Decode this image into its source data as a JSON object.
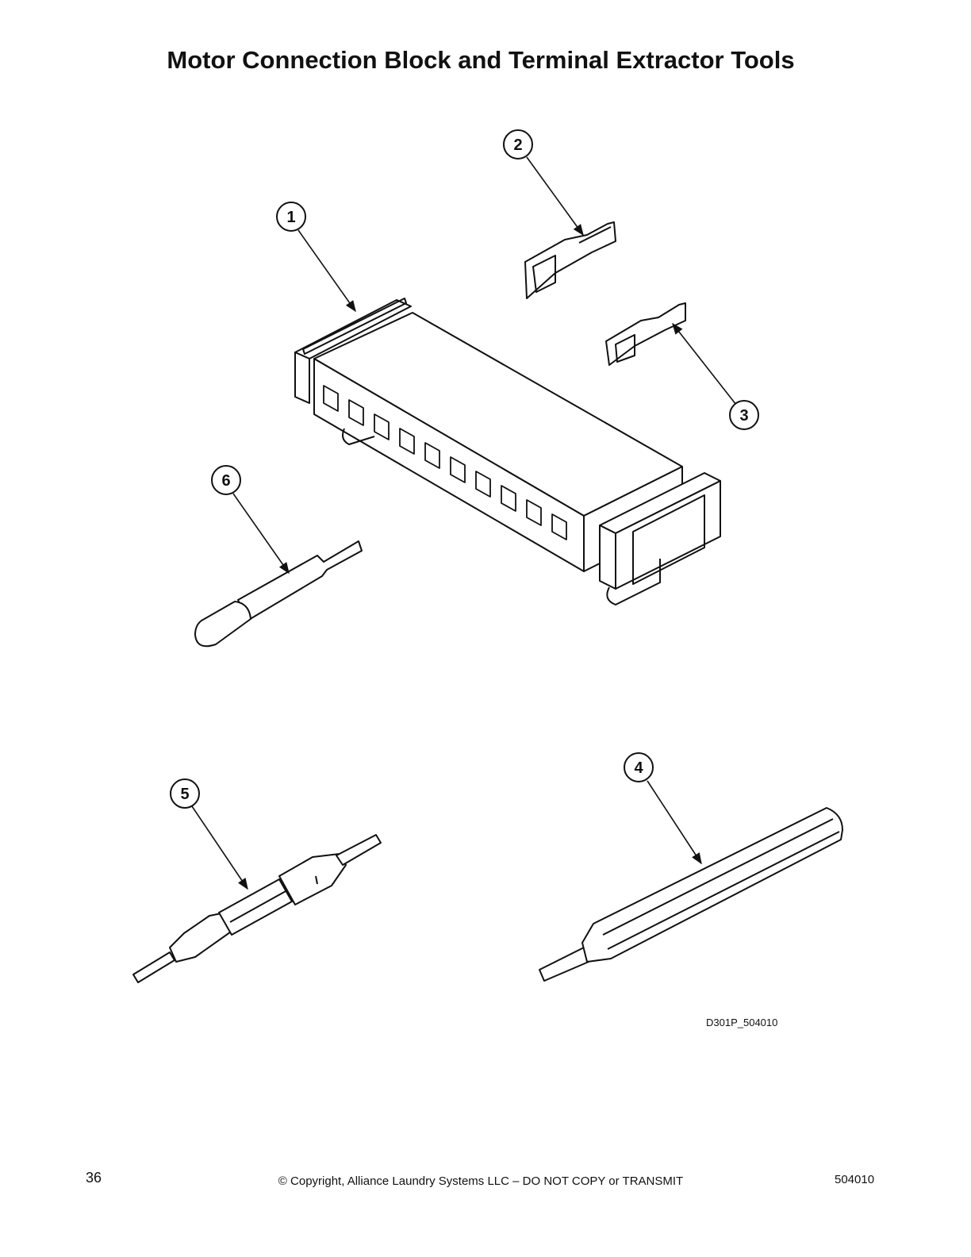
{
  "title": "Motor Connection Block and Terminal Extractor Tools",
  "callouts": [
    {
      "id": "callout-1",
      "label": "1"
    },
    {
      "id": "callout-2",
      "label": "2"
    },
    {
      "id": "callout-3",
      "label": "3"
    },
    {
      "id": "callout-4",
      "label": "4"
    },
    {
      "id": "callout-5",
      "label": "5"
    },
    {
      "id": "callout-6",
      "label": "6"
    }
  ],
  "figure_id": "D301P_504010",
  "footer": {
    "page_number": "36",
    "copyright": "© Copyright, Alliance Laundry Systems LLC – DO NOT COPY or TRANSMIT",
    "doc_number": "504010"
  }
}
